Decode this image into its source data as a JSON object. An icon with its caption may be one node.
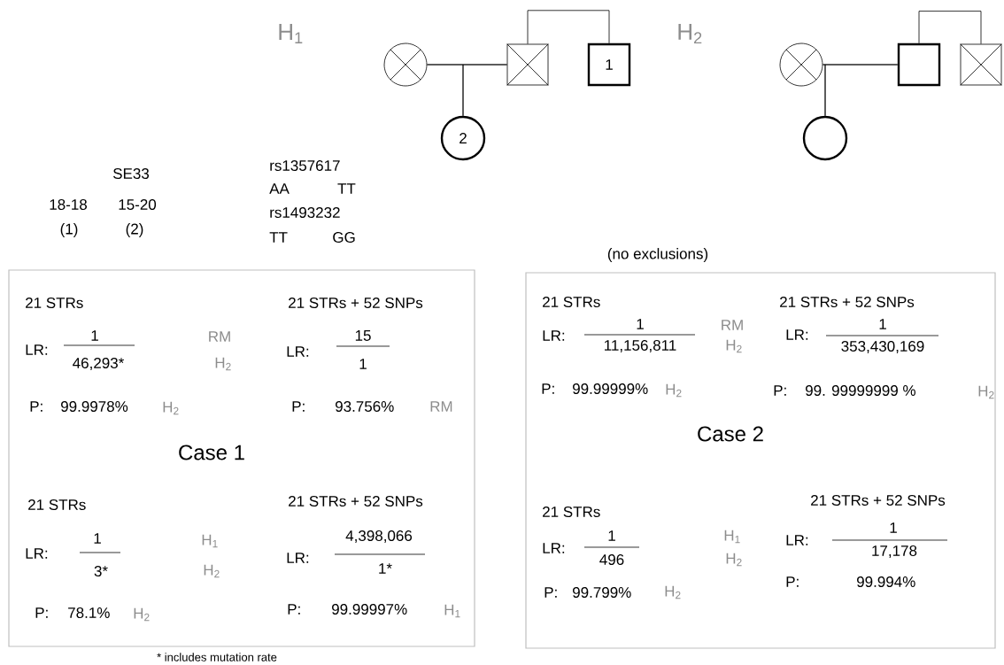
{
  "diagram": {
    "nodes": [
      {
        "text": [],
        "shape": "circle"
      },
      {
        "text": [],
        "shape": "box"
      },
      {
        "text": [
          "1"
        ]
      },
      {
        "text": [
          "2"
        ]
      },
      {
        "text": [],
        "shape": "circle"
      },
      {
        "text": [],
        "shape": "box"
      },
      {
        "text": [],
        "shape": "box"
      },
      {
        "text": [],
        "shape": "circle"
      },
      {
        "text": [
          "Case 1"
        ]
      },
      {
        "text": [
          "Case 2"
        ]
      }
    ],
    "edges": [
      {
        "from": 0,
        "to": 1,
        "arrow": "none"
      },
      {
        "from": 0,
        "to": 3,
        "arrow": "none"
      },
      {
        "from": 1,
        "to": 3,
        "arrow": "none"
      },
      {
        "from": 1,
        "to": 2,
        "arrow": "none"
      },
      {
        "from": 4,
        "to": 5,
        "arrow": "none"
      },
      {
        "from": 4,
        "to": 7,
        "arrow": "none"
      },
      {
        "from": 5,
        "to": 7,
        "arrow": "none"
      },
      {
        "from": 5,
        "to": 6,
        "arrow": "none"
      }
    ],
    "labels": [
      "H$_{1}$",
      "H$_{2}$",
      "SE33",
      "18-18",
      "15-20",
      "(1)",
      "(2)",
      "rs1357617",
      "AA",
      "TT",
      "rs1493232",
      "TT",
      "GG",
      "(no exclusions)",
      "21 STRs",
      "21 STRs + 52 SNPs",
      "LR:",
      "1",
      "RM",
      "LR:",
      "15",
      "46,293*",
      "H$_{2}$",
      "1",
      "P:",
      "99.9978%",
      "H$_{2}$",
      "P:",
      "93.756%",
      "RM",
      "21 STRs",
      "21 STRs + 52 SNPs",
      "1",
      "H$_{1}$",
      "4,398,066",
      "LR:",
      "LR:",
      "3*",
      "H$_{2}$",
      "1*",
      "P:",
      "78.1%",
      "H$_{2}$",
      "P:",
      "99.99997%",
      "H$_{1}$",
      "21 STRs",
      "21 STRs + 52 SNPs",
      "1",
      "RM",
      "1",
      "LR:",
      "LR:",
      "11,156,811",
      "H$_{2}$",
      "353,430,169",
      "P:",
      "99.99999%",
      "H$_{2}$",
      "P:",
      "99. 99999999 %",
      "H$_{2}$",
      "21 STRs",
      "21 STRs + 52 SNPs",
      "1",
      "1",
      "H$_{1}$",
      "LR:",
      "LR:",
      "17,178",
      "496",
      "H$_{2}$",
      "P:",
      "99.994%",
      "P:",
      "99.799%",
      "H$_{2}$",
      "* includes mutation rate"
    ]
  }
}
